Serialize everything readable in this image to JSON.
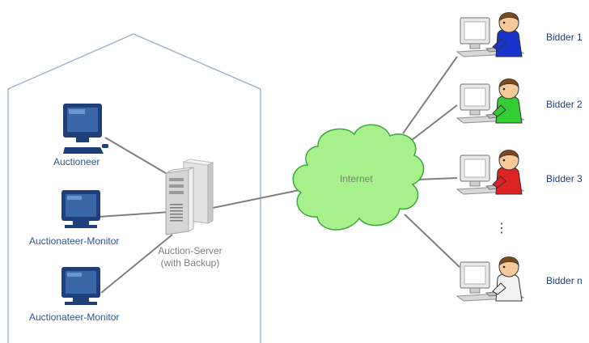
{
  "labels": {
    "auctioneer": "Auctioneer",
    "monitor_1": "Auctionateer-Monitor",
    "monitor_2": "Auctionateer-Monitor",
    "server_line1": "Auction-Server",
    "server_line2": "(with Backup)",
    "internet": "Internet",
    "bidders": [
      "Bidder 1",
      "Bidder 2",
      "Bidder 3",
      "Bidder n"
    ],
    "ellipsis": "⋮"
  },
  "colors": {
    "house_outline": "#a5b6cc",
    "link_line": "#7f7f7f",
    "cloud_fill": "#a8f08c",
    "cloud_stroke": "#3aa83a",
    "monitor_screen": "#3a67a8",
    "monitor_body": "#1f3f7a",
    "bidder_shirts": [
      "#1a33cc",
      "#33cc33",
      "#dd2222",
      "#f2f2f2"
    ],
    "label_blue": "#2f5597",
    "label_gray": "#808080"
  },
  "icons": {
    "auctioneer_workstation": "desktop-monitor-icon",
    "monitor_workstation": "crt-monitor-icon",
    "server": "server-tower-icon",
    "bidder": "person-at-computer-icon",
    "internet": "cloud-icon"
  }
}
